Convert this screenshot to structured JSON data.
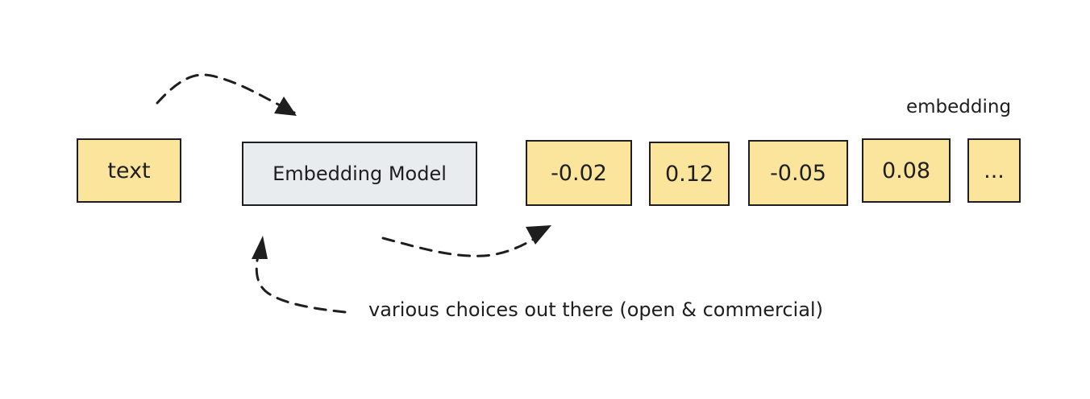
{
  "colors": {
    "yellow": "#fbe59c",
    "gray": "#e9ecef",
    "stroke": "#1e1e1e"
  },
  "input": {
    "label": "text"
  },
  "model": {
    "label": "Embedding Model"
  },
  "embedding": {
    "label": "embedding",
    "values": [
      "-0.02",
      "0.12",
      "-0.05",
      "0.08",
      "..."
    ]
  },
  "annotation": {
    "label": "various choices out there (open & commercial)"
  }
}
